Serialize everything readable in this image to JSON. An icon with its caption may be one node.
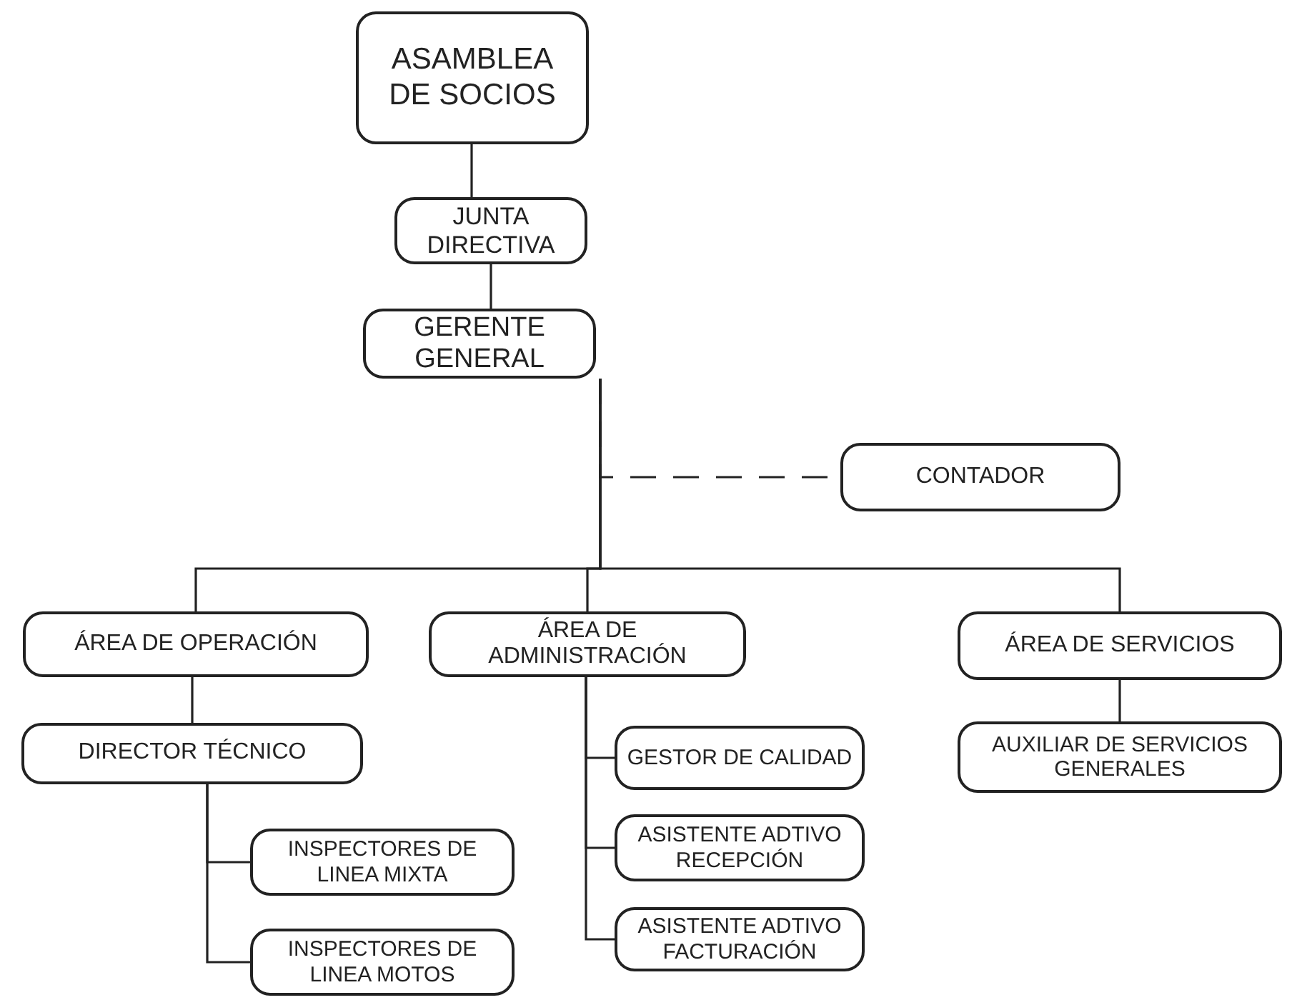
{
  "diagram": {
    "nodes": [
      {
        "text": [
          "ASAMBLEA DE SOCIOS"
        ]
      },
      {
        "text": [
          "JUNTA DIRECTIVA"
        ]
      },
      {
        "text": [
          "GERENTE GENERAL"
        ]
      },
      {
        "text": [
          "CONTADOR"
        ]
      },
      {
        "text": [
          "ÁREA DE OPERACIÓN"
        ]
      },
      {
        "text": [
          "ÁREA DE ADMINISTRACIÓN"
        ]
      },
      {
        "text": [
          "ÁREA DE SERVICIOS"
        ]
      },
      {
        "text": [
          "DIRECTOR TÉCNICO"
        ]
      },
      {
        "text": [
          "INSPECTORES DE LINEA MIXTA"
        ]
      },
      {
        "text": [
          "INSPECTORES DE LINEA MOTOS"
        ]
      },
      {
        "text": [
          "GESTOR DE CALIDAD"
        ]
      },
      {
        "text": [
          "ASISTENTE ADTIVO RECEPCIÓN"
        ]
      },
      {
        "text": [
          "ASISTENTE ADTIVO FACTURACIÓN"
        ]
      },
      {
        "text": [
          "AUXILIAR DE SERVICIOS GENERALES"
        ]
      }
    ],
    "edges": [
      {
        "from": 0,
        "to": 1,
        "arrow": "none"
      },
      {
        "from": 1,
        "to": 2,
        "arrow": "none"
      },
      {
        "from": 2,
        "to": 3,
        "arrow": "none",
        "style": "dashed"
      },
      {
        "from": 2,
        "to": 4,
        "arrow": "none"
      },
      {
        "from": 2,
        "to": 5,
        "arrow": "none"
      },
      {
        "from": 2,
        "to": 6,
        "arrow": "none"
      },
      {
        "from": 4,
        "to": 7,
        "arrow": "none"
      },
      {
        "from": 7,
        "to": 8,
        "arrow": "none"
      },
      {
        "from": 7,
        "to": 9,
        "arrow": "none"
      },
      {
        "from": 5,
        "to": 10,
        "arrow": "none"
      },
      {
        "from": 5,
        "to": 11,
        "arrow": "none"
      },
      {
        "from": 5,
        "to": 12,
        "arrow": "none"
      },
      {
        "from": 6,
        "to": 13,
        "arrow": "none"
      }
    ]
  }
}
